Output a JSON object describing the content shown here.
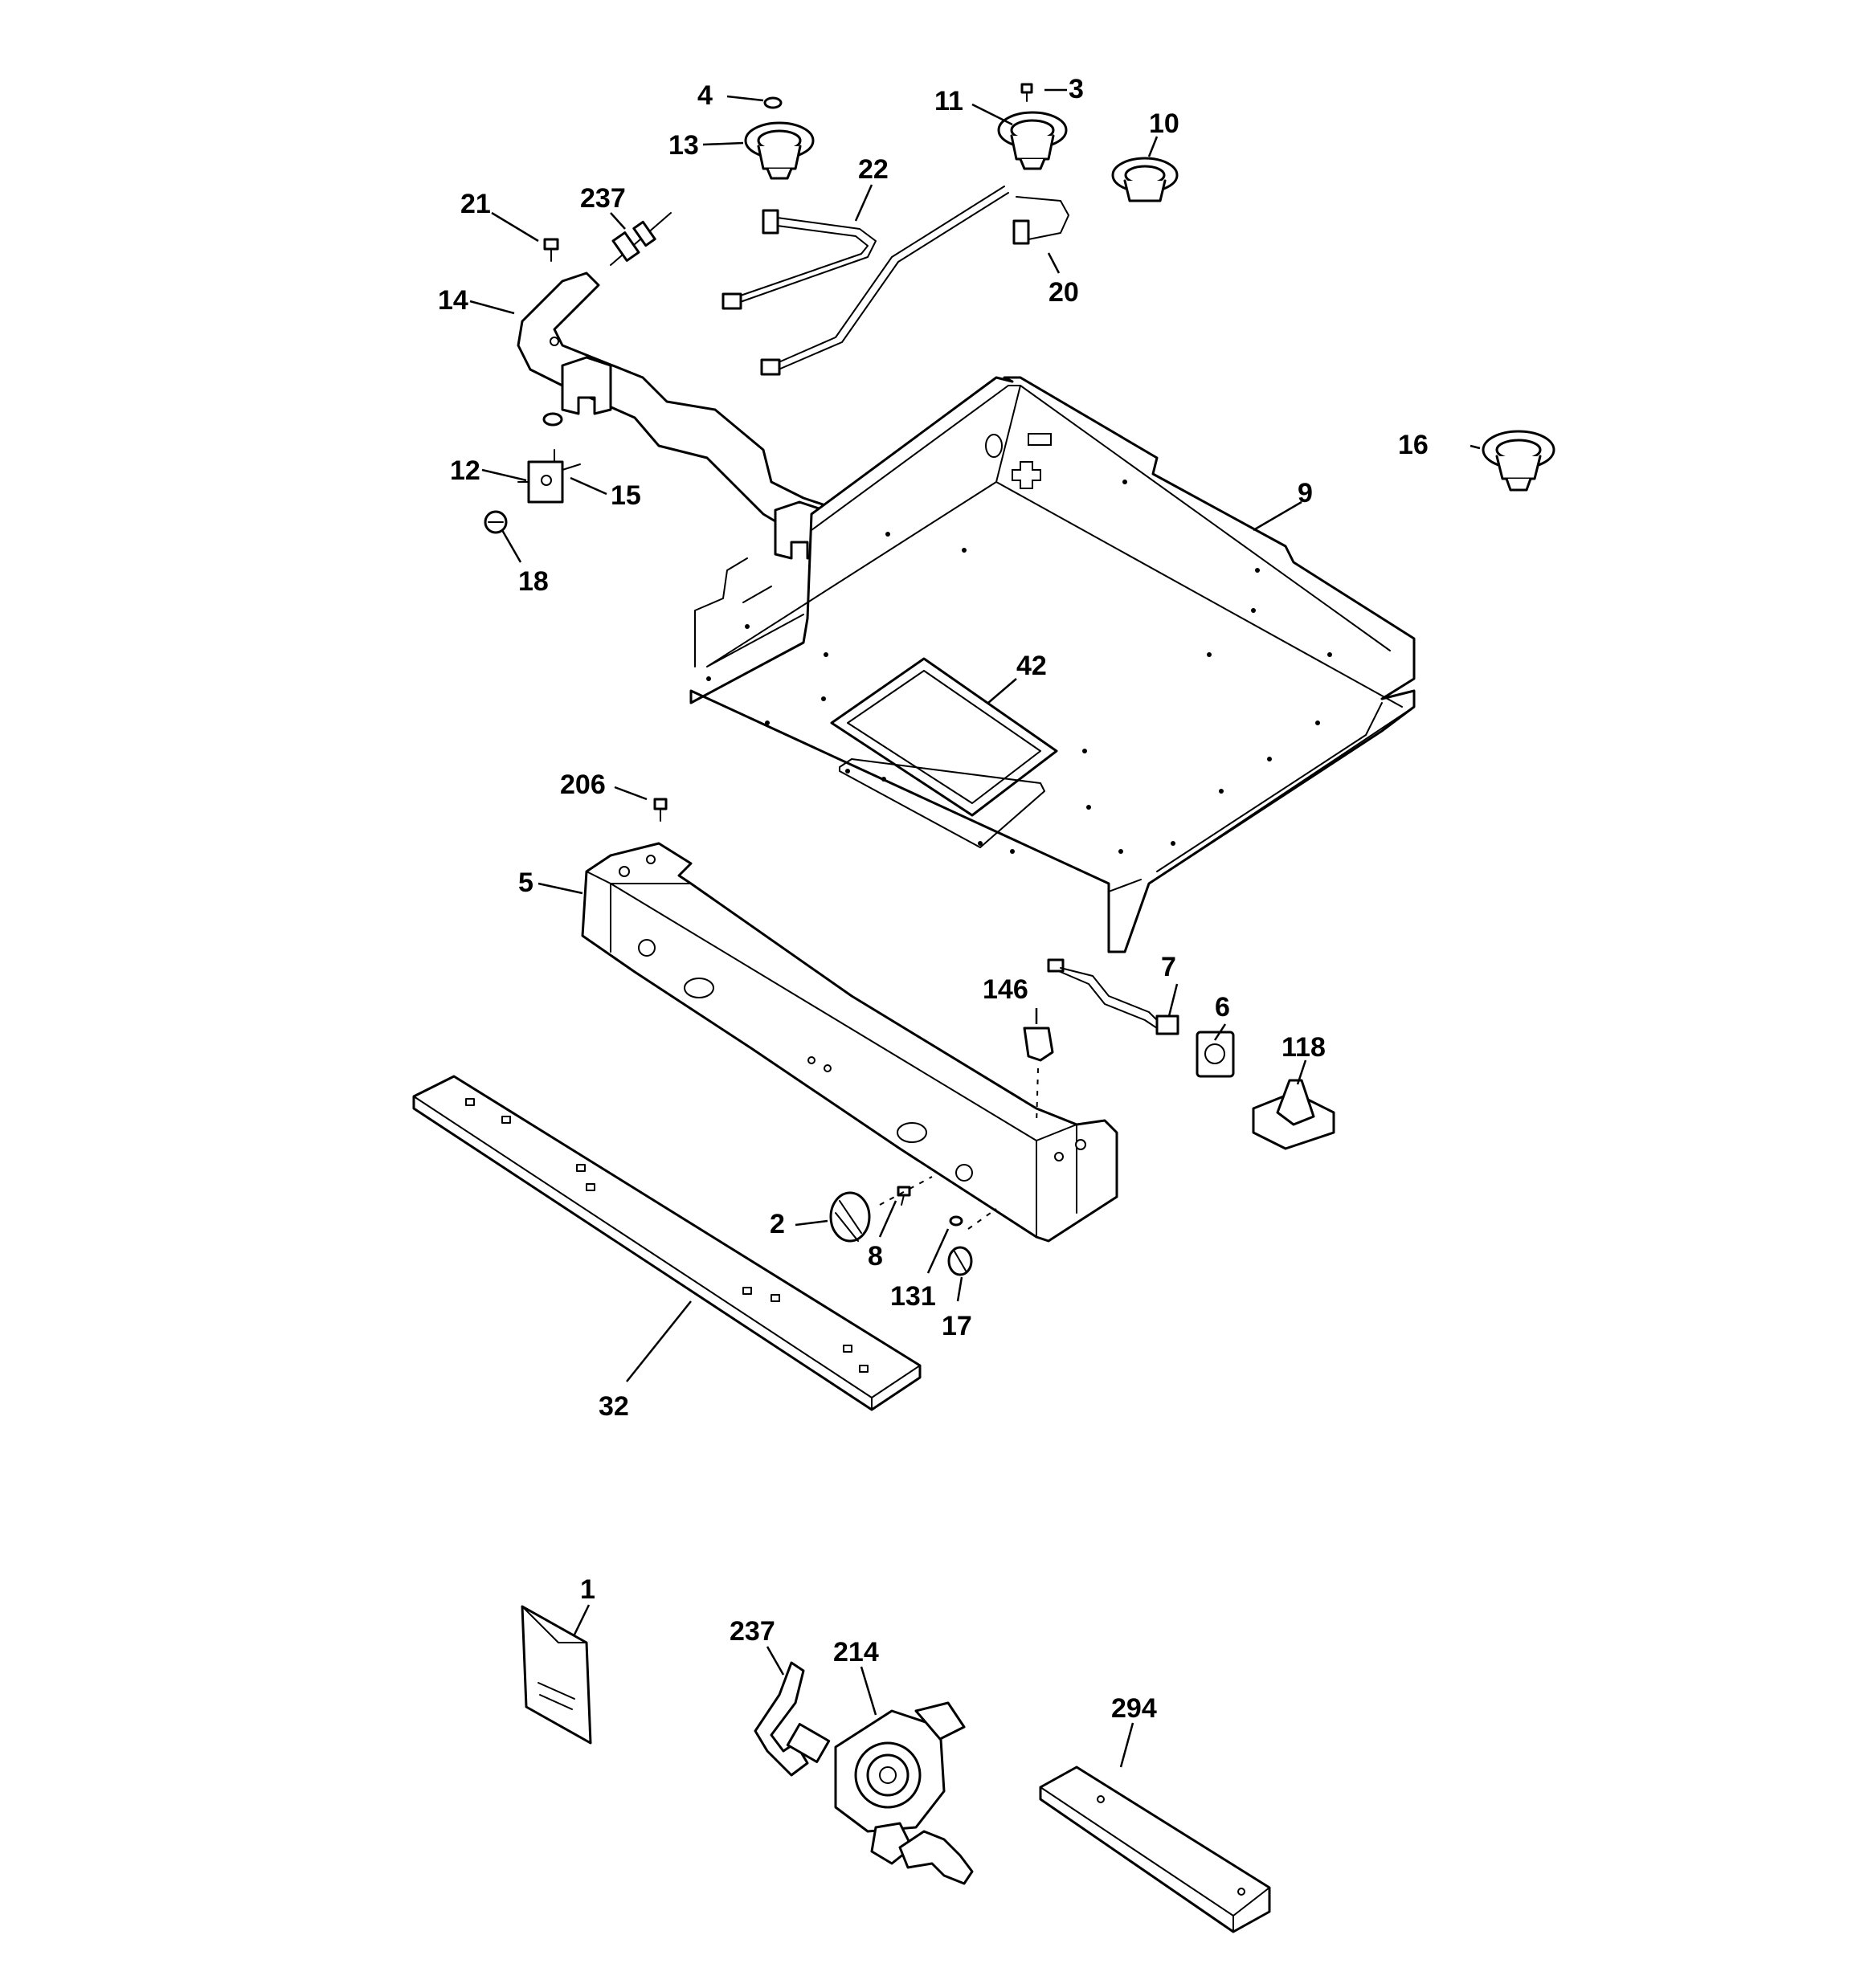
{
  "callouts": {
    "c1": "1",
    "c2": "2",
    "c3": "3",
    "c4": "4",
    "c5": "5",
    "c6": "6",
    "c7": "7",
    "c8": "8",
    "c9": "9",
    "c10": "10",
    "c11": "11",
    "c12": "12",
    "c13": "13",
    "c14": "14",
    "c15": "15",
    "c16": "16",
    "c17": "17",
    "c18": "18",
    "c20": "20",
    "c21": "21",
    "c22": "22",
    "c32": "32",
    "c42": "42",
    "c118": "118",
    "c131": "131",
    "c146": "146",
    "c206": "206",
    "c214": "214",
    "c237a": "237",
    "c237b": "237",
    "c294": "294"
  },
  "icons": {
    "burner_head": "burner-icon",
    "knob": "knob-icon",
    "valve": "valve-icon",
    "pressure_regulator": "regulator-icon",
    "wire_harness": "wire-harness-icon",
    "switch": "switch-icon"
  }
}
